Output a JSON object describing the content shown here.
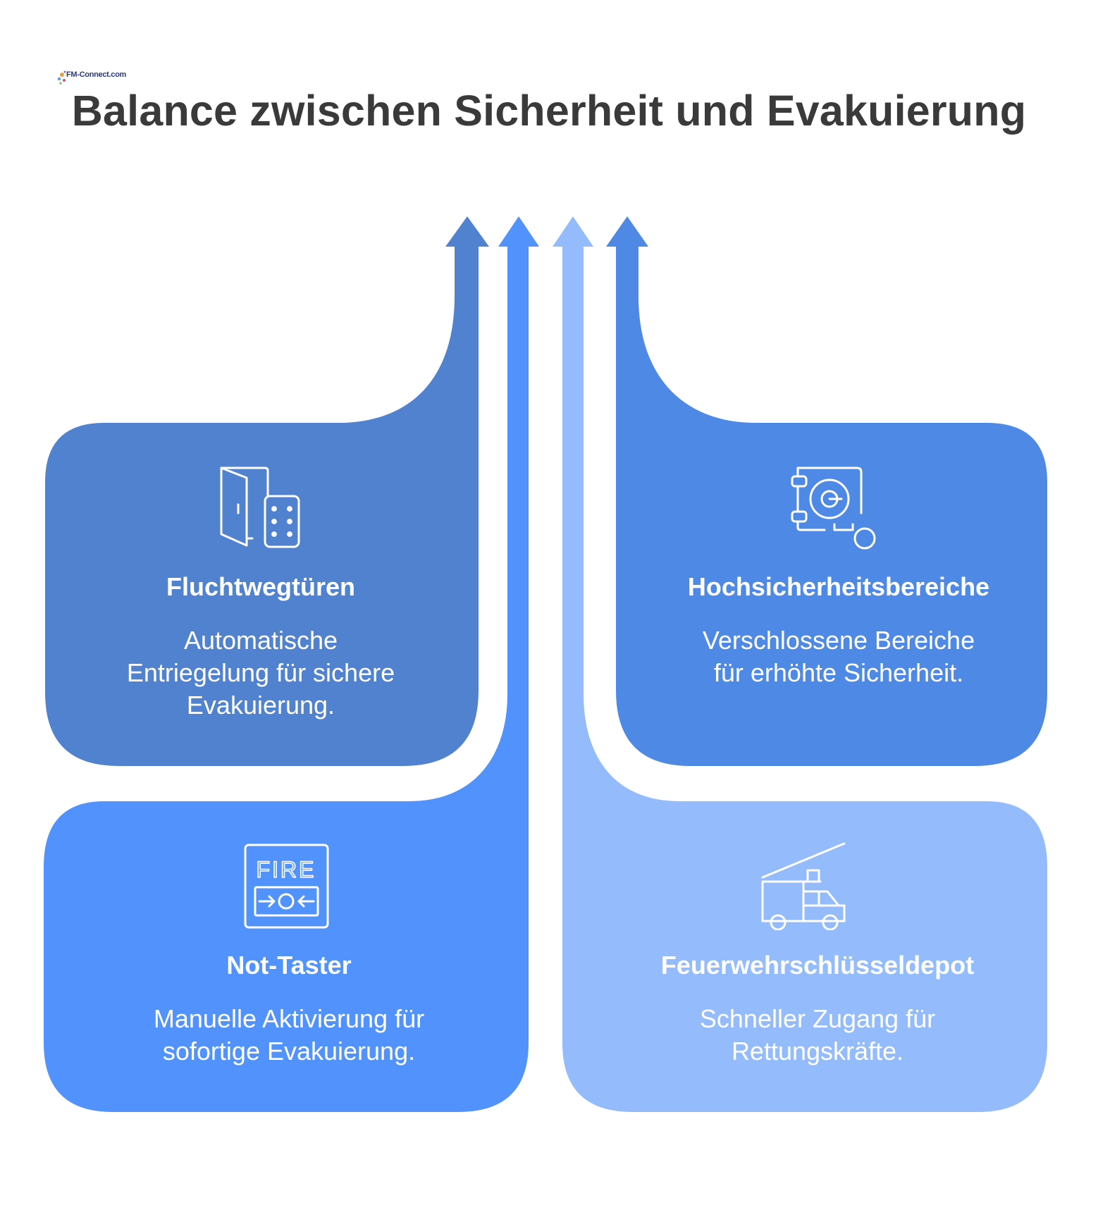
{
  "logo": {
    "text": "FM-Connect.com"
  },
  "title": "Balance zwischen Sicherheit und Evakuierung",
  "colors": {
    "card1": "#5182cf",
    "card2": "#5192fd",
    "card3": "#94bbfb",
    "card4": "#4f89e6",
    "text": "#ffffff",
    "title": "#3a3a3a"
  },
  "cards": [
    {
      "id": "fluchtwegtueren",
      "icon": "door-keypad-icon",
      "title": "Fluchtwegtüren",
      "desc": [
        "Automatische",
        "Entriegelung für sichere",
        "Evakuierung."
      ]
    },
    {
      "id": "hochsicherheitsbereiche",
      "icon": "safe-icon",
      "title": "Hochsicherheitsbereiche",
      "desc": [
        "Verschlossene Bereiche",
        "für erhöhte Sicherheit."
      ]
    },
    {
      "id": "not-taster",
      "icon": "fire-alarm-button-icon",
      "title": "Not-Taster",
      "desc": [
        "Manuelle Aktivierung für",
        "sofortige Evakuierung."
      ],
      "icon_label": "FIRE"
    },
    {
      "id": "feuerwehrschluesseldepot",
      "icon": "fire-truck-icon",
      "title": "Feuerwehrschlüsseldepot",
      "desc": [
        "Schneller Zugang für",
        "Rettungskräfte."
      ]
    }
  ]
}
